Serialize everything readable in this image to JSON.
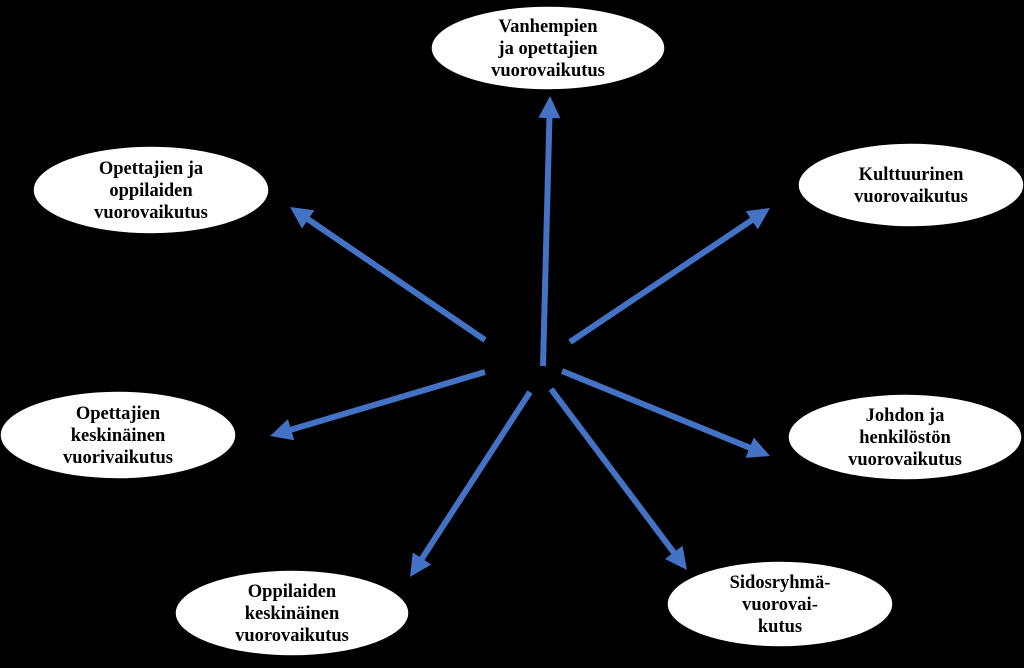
{
  "diagram": {
    "background_color": "#000000",
    "arrow_color": "#4472c4",
    "node_fill": "#ffffff",
    "text_color": "#000000",
    "nodes": [
      {
        "id": "parents-teachers",
        "lines": [
          "Vanhempien",
          "ja opettajien",
          "vuorovaikutus"
        ]
      },
      {
        "id": "cultural",
        "lines": [
          "Kulttuurinen",
          "vuorovaikutus"
        ]
      },
      {
        "id": "management-staff",
        "lines": [
          "Johdon ja",
          "henkilöstön",
          "vuorovaikutus"
        ]
      },
      {
        "id": "stakeholder",
        "lines": [
          "Sidosryhmä-",
          "vuorovai-",
          "kutus"
        ]
      },
      {
        "id": "pupils-mutual",
        "lines": [
          "Oppilaiden",
          "keskinäinen",
          "vuorovaikutus"
        ]
      },
      {
        "id": "teachers-mutual",
        "lines": [
          "Opettajien",
          "keskinäinen",
          "vuorivaikutus"
        ]
      },
      {
        "id": "teachers-pupils",
        "lines": [
          "Opettajien ja",
          "oppilaiden",
          "vuorovaikutus"
        ]
      }
    ]
  }
}
